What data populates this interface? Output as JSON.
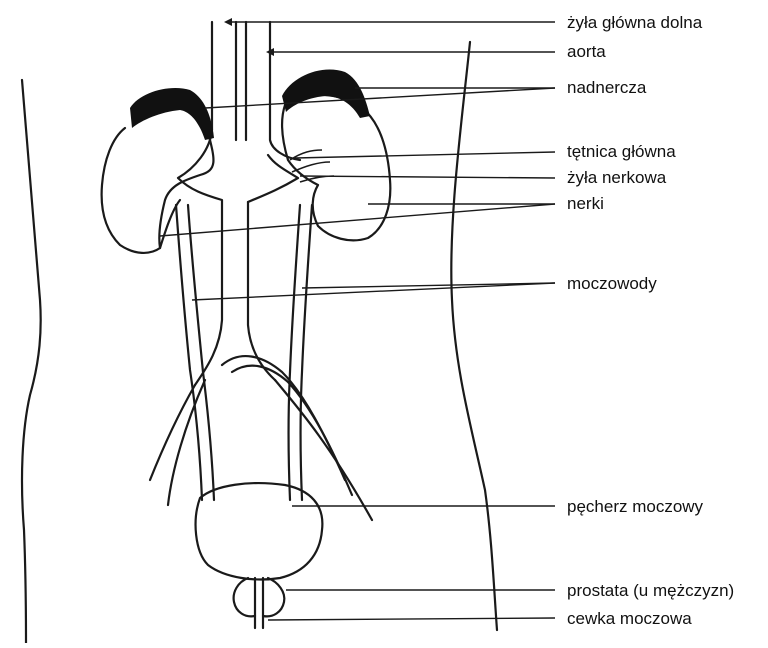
{
  "diagram": {
    "labels": {
      "vena_cava": "żyła główna dolna",
      "aorta": "aorta",
      "adrenal": "nadnercza",
      "renal_artery": "tętnica główna",
      "renal_vein": "żyła nerkowa",
      "kidneys": "nerki",
      "ureters": "moczowody",
      "bladder": "pęcherz moczowy",
      "prostate": "prostata (u mężczyzn)",
      "urethra": "cewka moczowa"
    },
    "colors": {
      "ink": "#1a1a1a",
      "adrenal_fill": "#111111",
      "background": "#ffffff"
    }
  }
}
